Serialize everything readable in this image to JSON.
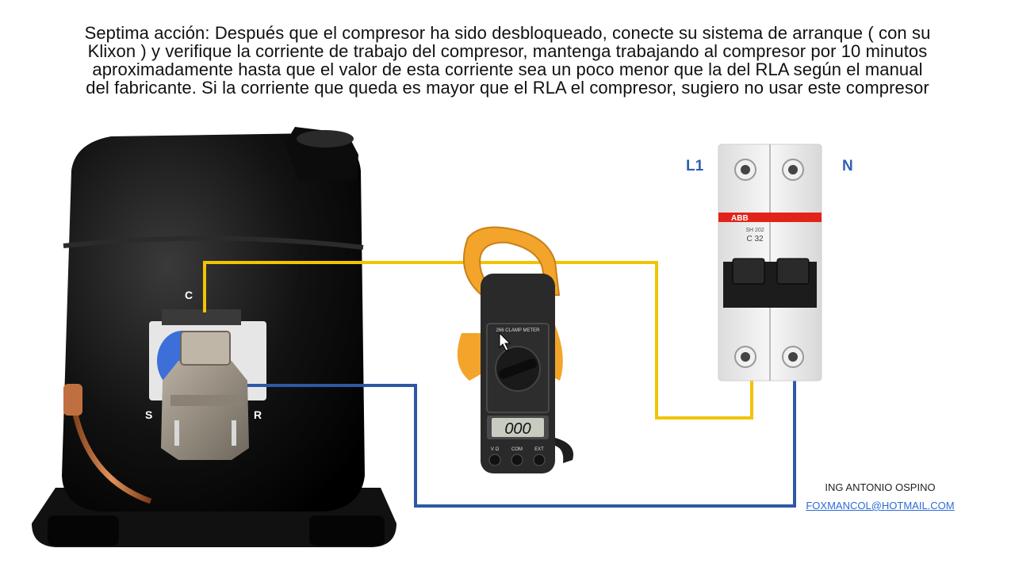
{
  "caption": {
    "lines": [
      "Septima acción: Después que el compresor ha sido desbloqueado, conecte su sistema de arranque ( con su",
      "Klixon ) y verifique la corriente de trabajo del compresor, mantenga trabajando al compresor por 10 minutos",
      "aproximadamente hasta que el valor de esta corriente sea un poco menor que la del RLA según el manual",
      "del fabricante. Si la corriente que queda es mayor que el RLA el compresor, sugiero no usar este compresor"
    ]
  },
  "compressor": {
    "terminals": {
      "common": "C",
      "start": "S",
      "run": "R"
    }
  },
  "clamp_meter": {
    "model_label": "266 CLAMP METER",
    "display_value": "000",
    "jack_labels": [
      "V Ω",
      "COM",
      "EXT"
    ]
  },
  "breaker": {
    "brand": "ABB",
    "model": "SH 202",
    "rating": "C 32",
    "pole_labels": {
      "line": "L1",
      "neutral": "N"
    }
  },
  "wires": {
    "line_color": "#f2c300",
    "neutral_color": "#2e58a6"
  },
  "credits": {
    "author": "ING ANTONIO OSPINO",
    "email": "FOXMANCOL@HOTMAIL.COM"
  }
}
